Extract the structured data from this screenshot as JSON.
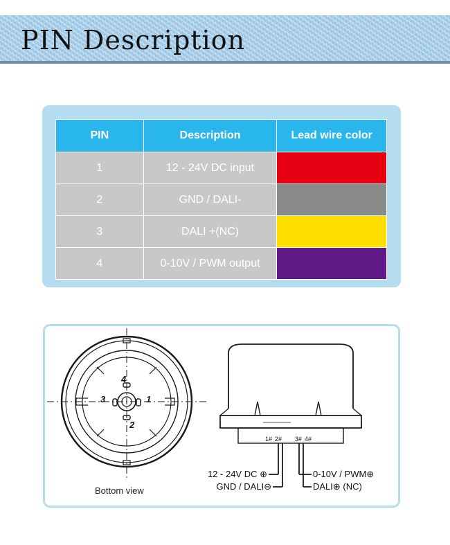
{
  "header": {
    "title": "PIN Description"
  },
  "table": {
    "headers": [
      "PIN",
      "Description",
      "Lead wire color"
    ],
    "rows": [
      {
        "pin": "1",
        "description": "12 - 24V DC input",
        "color": "#e60012"
      },
      {
        "pin": "2",
        "description": "GND / DALI-",
        "color": "#8a8a8a"
      },
      {
        "pin": "3",
        "description": "DALI +(NC)",
        "color": "#ffdf00"
      },
      {
        "pin": "4",
        "description": "0-10V / PWM output",
        "color": "#601986"
      }
    ]
  },
  "diagram": {
    "bottom_view_label": "Bottom view",
    "pin_numbers": [
      "1",
      "2",
      "3",
      "4"
    ],
    "pin_tags": [
      "1#",
      "2#",
      "3#",
      "4#"
    ],
    "labels": {
      "dc_input": "12 - 24V DC ⊕",
      "gnd_dali": "GND / DALI⊖",
      "pwm": "0-10V / PWM⊕",
      "dali_nc": "DALI⊕ (NC)"
    }
  }
}
